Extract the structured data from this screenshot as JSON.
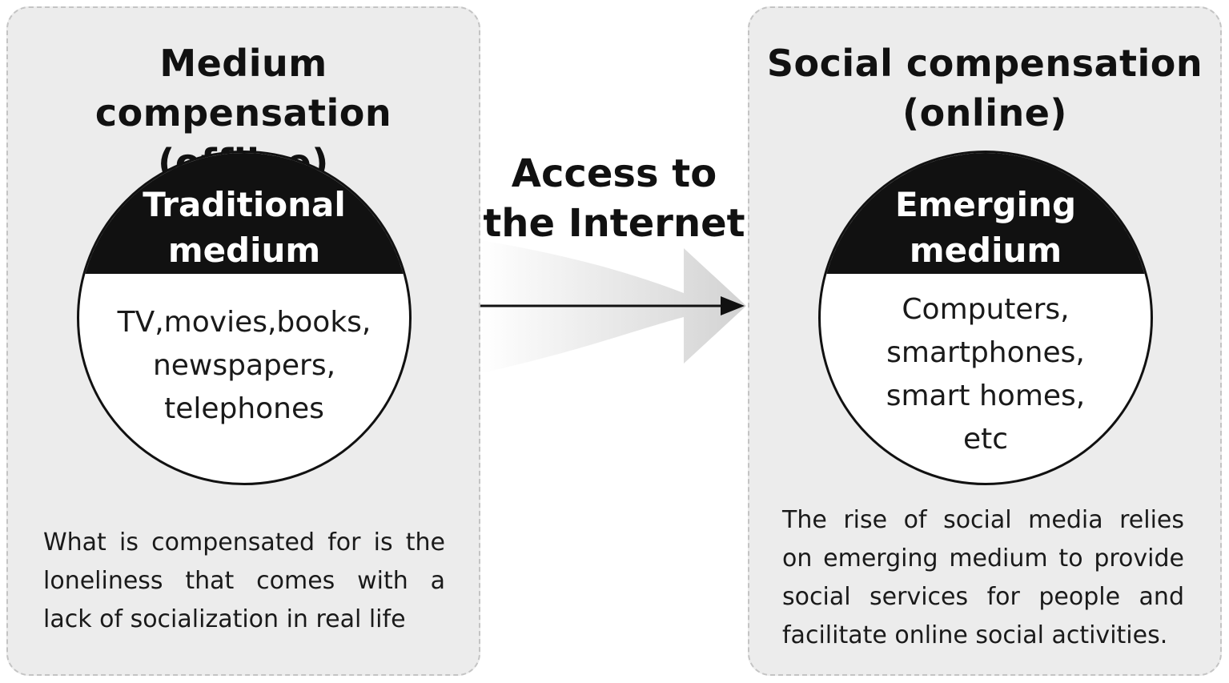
{
  "left_panel": {
    "title_line1": "Medium compensation",
    "title_line2": "(offline)",
    "circle_header_line1": "Traditional",
    "circle_header_line2": "medium",
    "circle_items": [
      "TV,movies,books,",
      "newspapers,",
      "telephones"
    ],
    "caption_lines": [
      "What is compensated for is the",
      "loneliness that comes with a",
      "lack of socialization in real life"
    ]
  },
  "right_panel": {
    "title_line1": "Social compensation",
    "title_line2": "(online)",
    "circle_header_line1": "Emerging",
    "circle_header_line2": "medium",
    "circle_items": [
      "Computers,",
      "smartphones,",
      "smart homes,",
      "etc"
    ],
    "caption_lines": [
      "The rise of social media relies",
      "on emerging medium to provide",
      "social services for people and",
      "facilitate online social activities."
    ]
  },
  "connector": {
    "label_line1": "Access to",
    "label_line2": "the Internet"
  },
  "colors": {
    "panel_fill": "#ececec",
    "panel_border": "#c4c4c4",
    "circle_header": "#111111",
    "text": "#111111"
  }
}
